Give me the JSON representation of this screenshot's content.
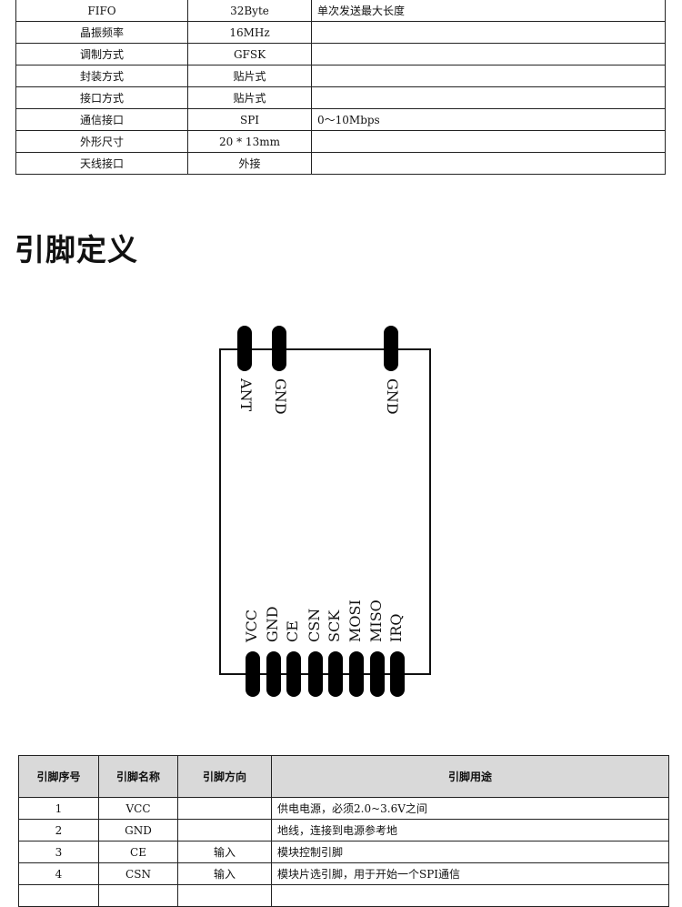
{
  "spec_table": [
    [
      "FIFO",
      "32Byte",
      "单次发送最大长度"
    ],
    [
      "晶振频率",
      "16MHz",
      ""
    ],
    [
      "调制方式",
      "GFSK",
      ""
    ],
    [
      "封装方式",
      "贴片式",
      ""
    ],
    [
      "接口方式",
      "贴片式",
      ""
    ],
    [
      "通信接口",
      "SPI",
      "0～10Mbps"
    ],
    [
      "外形尺寸",
      "20 * 13mm",
      ""
    ],
    [
      "天线接口",
      "外接",
      ""
    ]
  ],
  "section_title": "引脚定义",
  "diagram": {
    "top_pins": [
      "ANT",
      "GND",
      "GND"
    ],
    "bottom_pins": [
      "VCC",
      "GND",
      "CE",
      "CSN",
      "SCK",
      "MOSI",
      "MISO",
      "IRQ"
    ]
  },
  "pin_table": {
    "headers": [
      "引脚序号",
      "引脚名称",
      "引脚方向",
      "引脚用途"
    ],
    "rows": [
      [
        "1",
        "VCC",
        "",
        "供电电源，必须2.0~3.6V之间"
      ],
      [
        "2",
        "GND",
        "",
        "地线，连接到电源参考地"
      ],
      [
        "3",
        "CE",
        "输入",
        "模块控制引脚"
      ],
      [
        "4",
        "CSN",
        "输入",
        "模块片选引脚，用于开始一个SPI通信"
      ],
      [
        "",
        "",
        "",
        ""
      ]
    ]
  }
}
